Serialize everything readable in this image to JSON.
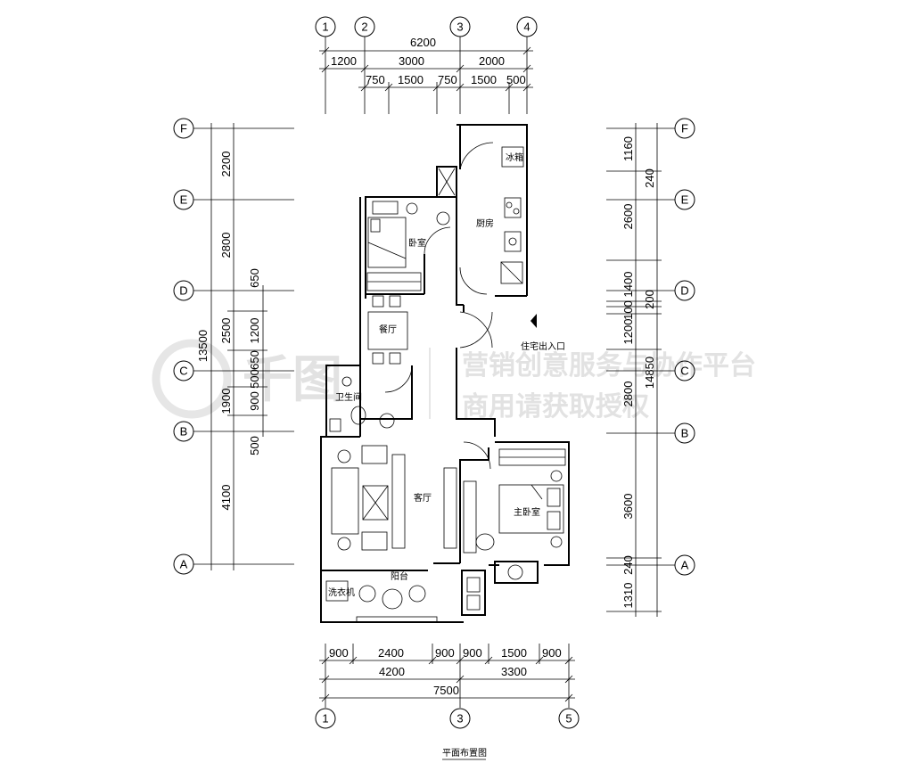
{
  "axes_top": [
    "1",
    "2",
    "3",
    "4"
  ],
  "axes_bottom": [
    "1",
    "3",
    "5"
  ],
  "axes_left": [
    "F",
    "E",
    "D",
    "C",
    "B",
    "A"
  ],
  "axes_right": [
    "F",
    "E",
    "D",
    "C",
    "B",
    "A"
  ],
  "dims_top": {
    "total": "6200",
    "row2": [
      "1200",
      "3000",
      "2000"
    ],
    "row3": [
      "750",
      "1500",
      "750",
      "1500",
      "500"
    ]
  },
  "dims_bottom": {
    "row1": [
      "900",
      "2400",
      "900",
      "900",
      "1500",
      "900"
    ],
    "row2": [
      "4200",
      "3300"
    ],
    "total": "7500"
  },
  "dims_left": {
    "main": [
      "2200",
      "2800",
      "2500",
      "1900",
      "4100"
    ],
    "total": "13500",
    "inner": [
      "650",
      "1200",
      "650",
      "500",
      "900",
      "500"
    ]
  },
  "dims_right": {
    "main": [
      "1160",
      "240",
      "2600",
      "1400",
      "200",
      "1200",
      "100",
      "2800",
      "3600",
      "1310",
      "240"
    ],
    "total": "14850"
  },
  "rooms": {
    "kitchen": "厨房",
    "fridge": "冰箱",
    "bedroom": "卧室",
    "dining": "餐厅",
    "bathroom": "卫生间",
    "living": "客厅",
    "master_bedroom": "主卧室",
    "balcony": "阳台",
    "washer": "洗衣机",
    "entrance": "住宅出入口"
  },
  "caption": "平面布置图",
  "watermark": {
    "brand": "千图",
    "line1": "营销创意服务与协作平台",
    "line2": "商用请获取授权"
  }
}
